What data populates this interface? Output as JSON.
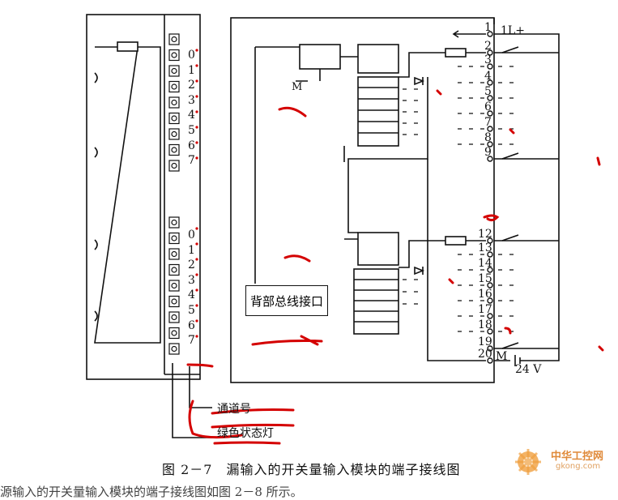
{
  "left_channels_top": [
    "0",
    "1",
    "2",
    "3",
    "4",
    "5",
    "6",
    "7"
  ],
  "left_channels_bottom": [
    "0",
    "1",
    "2",
    "3",
    "4",
    "5",
    "6",
    "7"
  ],
  "terminals": [
    "1",
    "2",
    "3",
    "4",
    "5",
    "6",
    "7",
    "8",
    "9",
    "12",
    "13",
    "14",
    "15",
    "16",
    "17",
    "18",
    "19",
    "20"
  ],
  "labels": {
    "l_plus": "1L+",
    "m_small": "M",
    "m_bottom": "M",
    "voltage": "24 V",
    "bus_interface": "背部总线接口",
    "channel_number": "通道号",
    "status_led": "绿色状态灯",
    "caption": "图 2－7　漏输入的开关量输入模块的端子接线图",
    "cut_text": "源输入的开关量输入模块的端子接线图如图 2－8 所示。"
  },
  "watermark": {
    "title": "中华工控网",
    "url": "gkong.com"
  },
  "annotation_color": "#d40000"
}
